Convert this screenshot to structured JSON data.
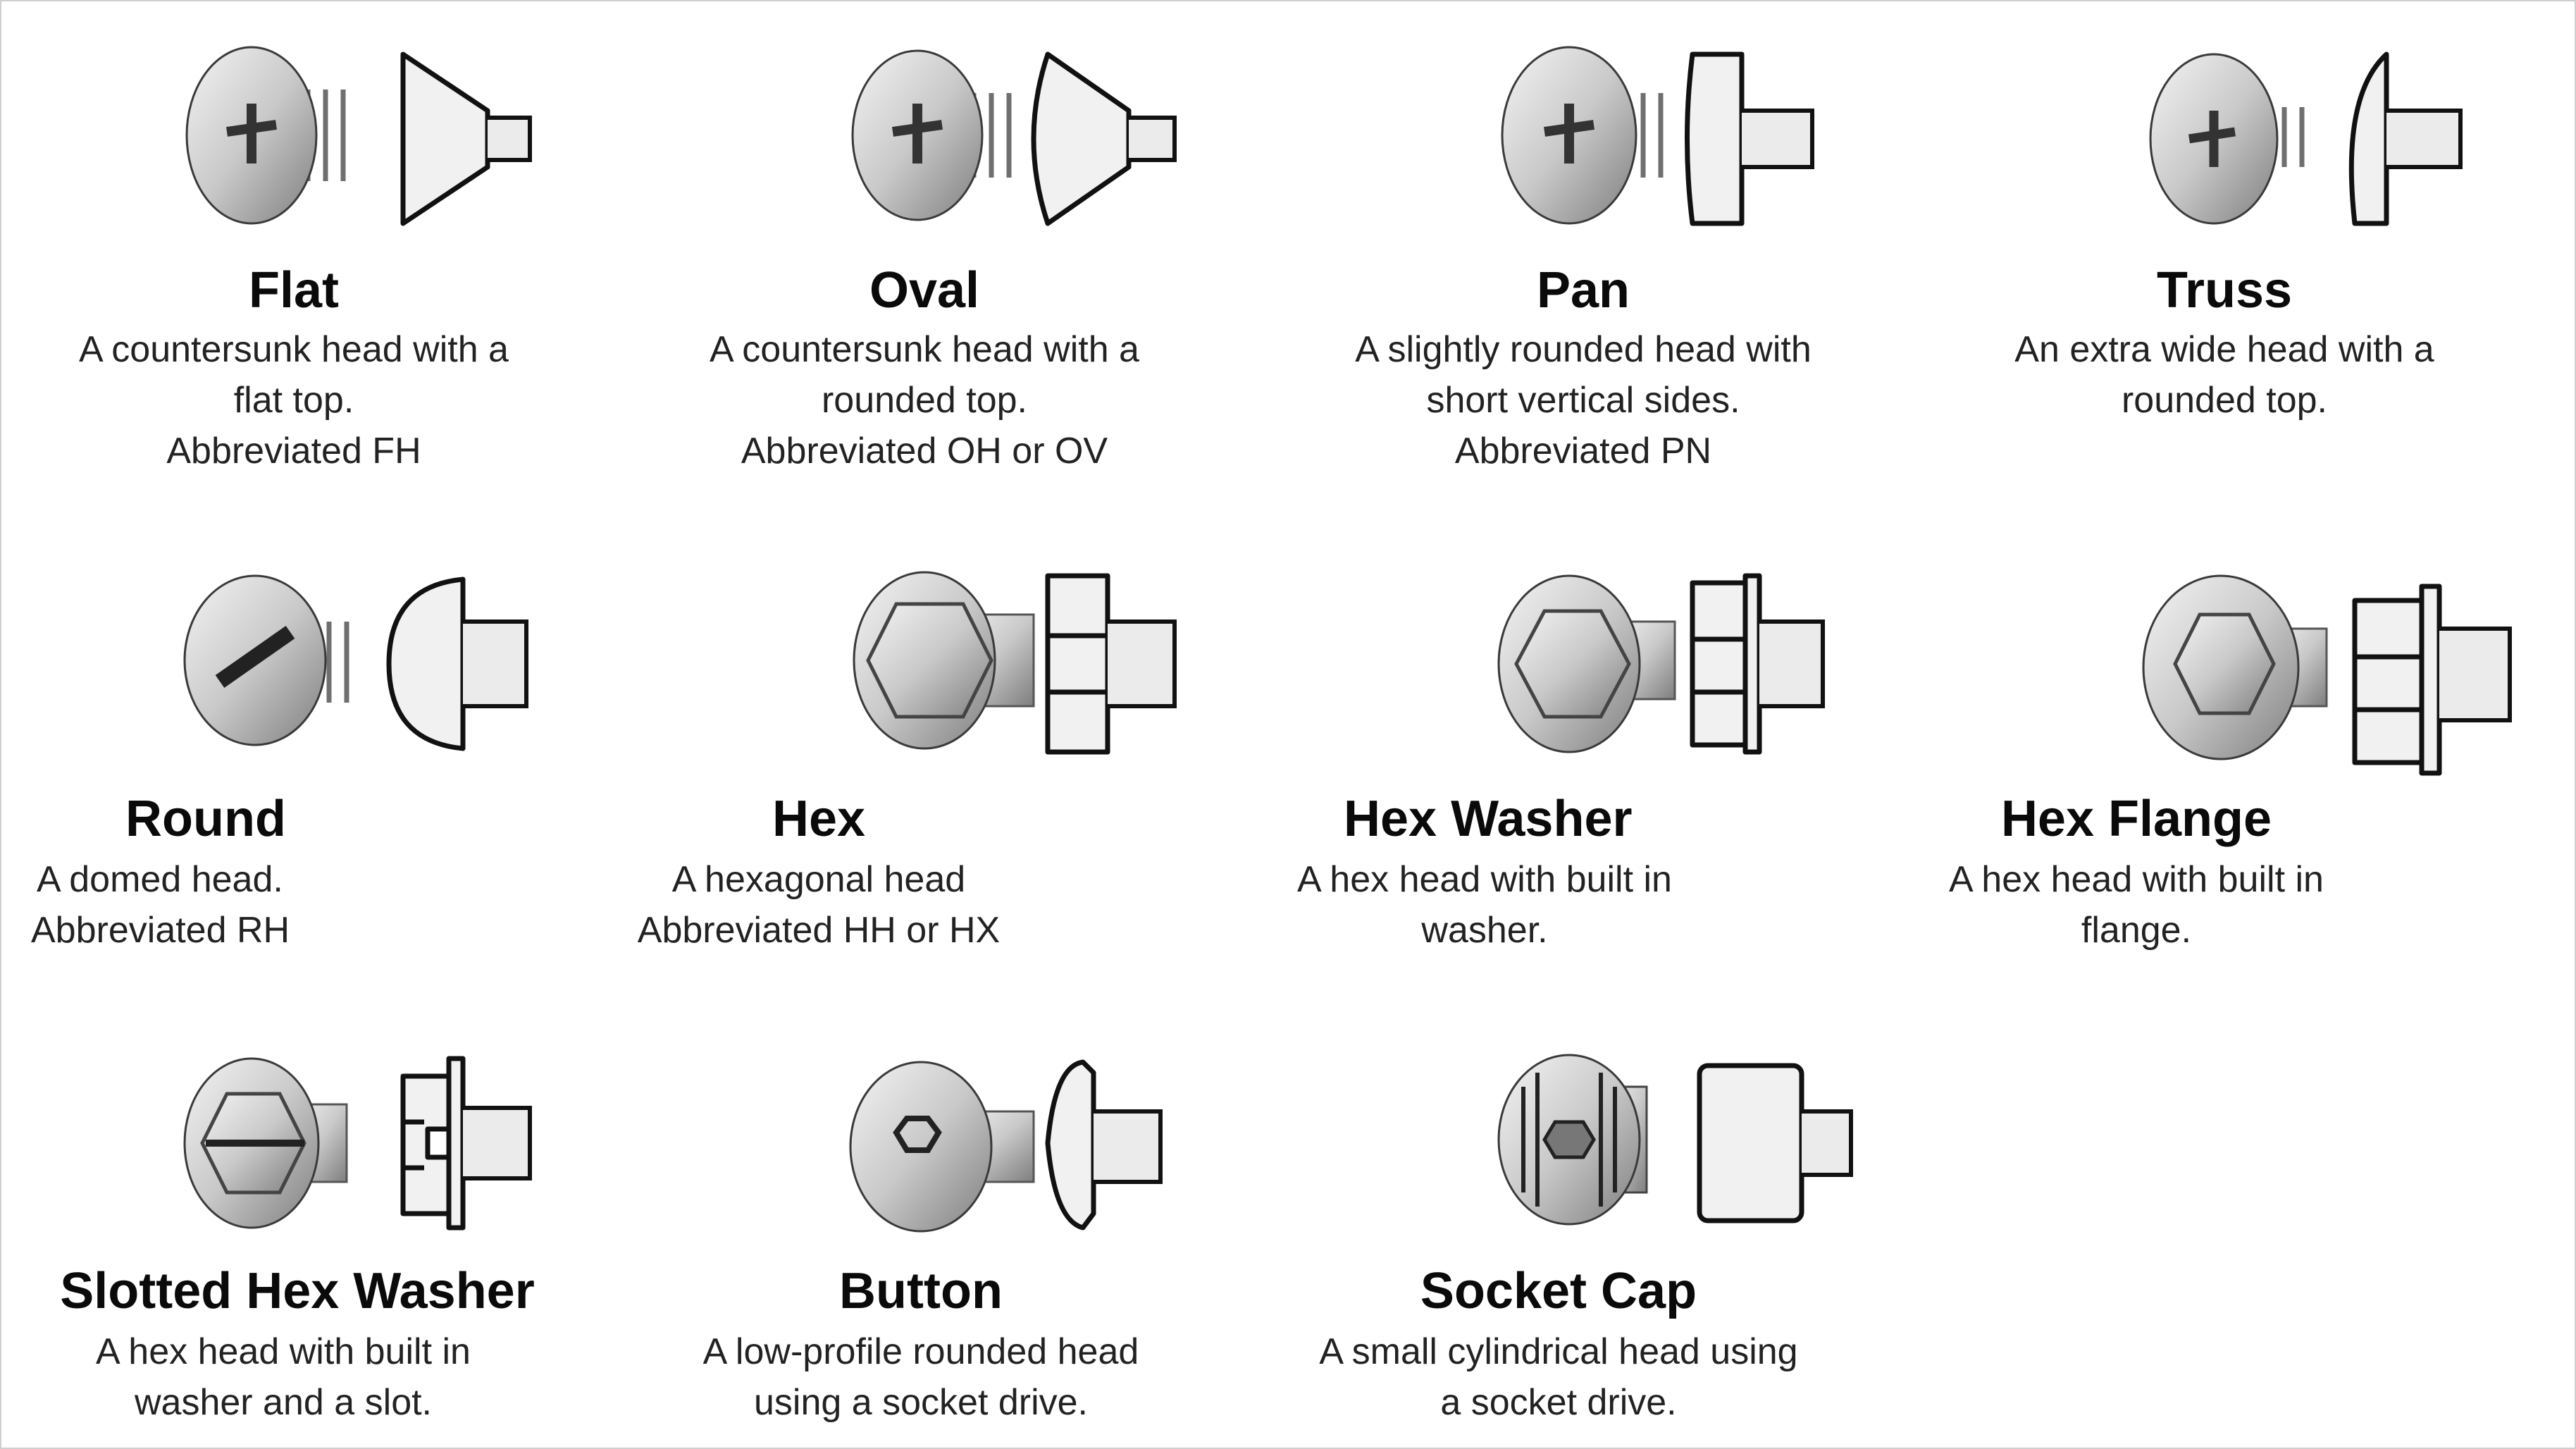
{
  "heads": [
    {
      "id": "flat",
      "name": "Flat",
      "lines": [
        "A countersunk head with a",
        "flat top.",
        "Abbreviated FH"
      ]
    },
    {
      "id": "oval",
      "name": "Oval",
      "lines": [
        "A countersunk head with a",
        "rounded top.",
        "Abbreviated OH or OV"
      ]
    },
    {
      "id": "pan",
      "name": "Pan",
      "lines": [
        "A slightly rounded head with",
        "short vertical sides.",
        "Abbreviated PN"
      ]
    },
    {
      "id": "truss",
      "name": "Truss",
      "lines": [
        "An extra wide head with a",
        "rounded top."
      ]
    },
    {
      "id": "round",
      "name": "Round",
      "lines": [
        "A domed head.",
        "Abbreviated RH"
      ]
    },
    {
      "id": "hex",
      "name": "Hex",
      "lines": [
        "A hexagonal head",
        "Abbreviated HH or HX"
      ]
    },
    {
      "id": "hex-washer",
      "name": "Hex Washer",
      "lines": [
        "A hex head with built in",
        "washer."
      ]
    },
    {
      "id": "hex-flange",
      "name": "Hex Flange",
      "lines": [
        "A hex head with built in",
        "flange."
      ]
    },
    {
      "id": "slotted-hex-washer",
      "name": "Slotted Hex Washer",
      "lines": [
        "A hex head with built in",
        "washer and a slot."
      ]
    },
    {
      "id": "button",
      "name": "Button",
      "lines": [
        "A low-profile rounded head",
        "using a socket drive."
      ]
    },
    {
      "id": "socket-cap",
      "name": "Socket Cap",
      "lines": [
        "A small cylindrical head using",
        "a socket drive."
      ]
    }
  ],
  "colors": {
    "text": "#111111",
    "metal_light": "#f2f2f2",
    "metal_dark": "#8c8c8c",
    "outline": "#111111"
  }
}
